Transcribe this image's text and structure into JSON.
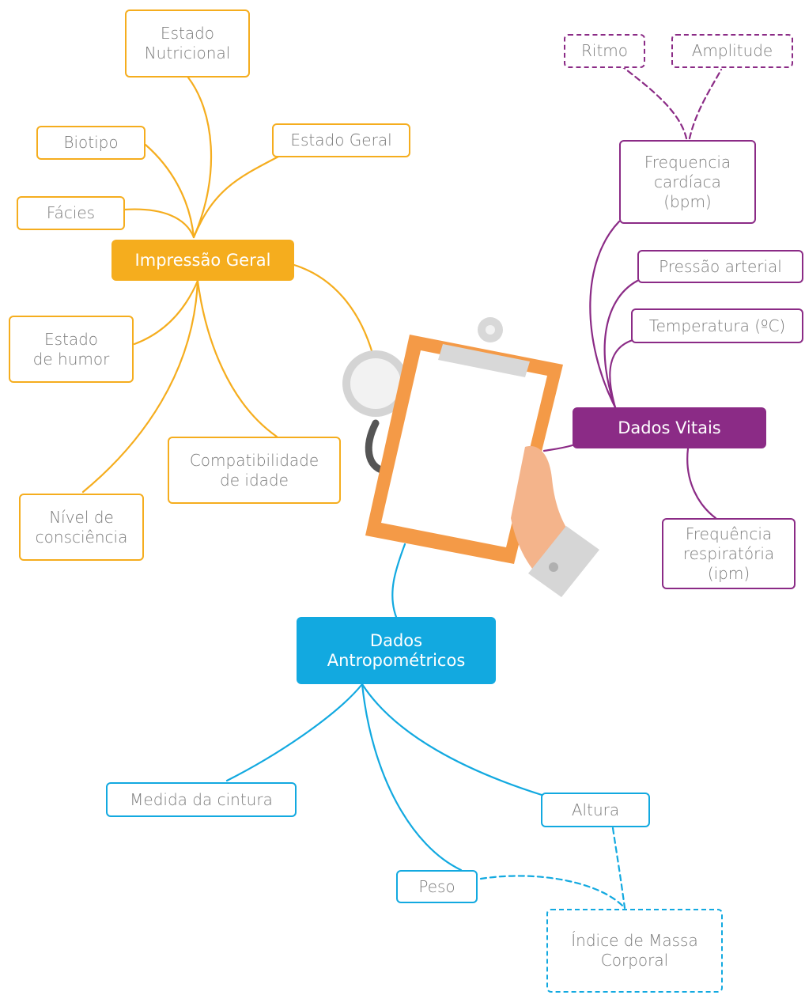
{
  "colors": {
    "impressao": "#f5ad1e",
    "vitais": "#8b2b86",
    "antropometricos": "#12a9e0",
    "text": "#7a7a7a"
  },
  "illustration": {
    "subject": "clipboard-with-stethoscope-held-by-hand",
    "icons": [
      "clipboard-icon",
      "stethoscope-icon",
      "hand-icon"
    ]
  },
  "impressao_geral": {
    "title": "Impressão Geral",
    "items": {
      "estado_nutricional": "Estado\nNutricional",
      "estado_geral": "Estado Geral",
      "biotipo": "Biotipo",
      "facies": "Fácies",
      "estado_de_humor": "Estado\nde humor",
      "compatibilidade_de_idade": "Compatibilidade\nde idade",
      "nivel_de_consciencia": "Nível de\nconsciência"
    }
  },
  "dados_vitais": {
    "title": "Dados Vitais",
    "items": {
      "frequencia_cardiaca": "Frequencia\ncardíaca\n(bpm)",
      "ritmo": "Ritmo",
      "amplitude": "Amplitude",
      "pressao_arterial": "Pressão arterial",
      "temperatura": "Temperatura (ºC)",
      "frequencia_respiratoria": "Frequência\nrespiratória\n(ipm)"
    }
  },
  "dados_antropometricos": {
    "title": "Dados\nAntropométricos",
    "items": {
      "medida_da_cintura": "Medida da cintura",
      "altura": "Altura",
      "peso": "Peso",
      "imc": "Índice de Massa\nCorporal"
    }
  }
}
